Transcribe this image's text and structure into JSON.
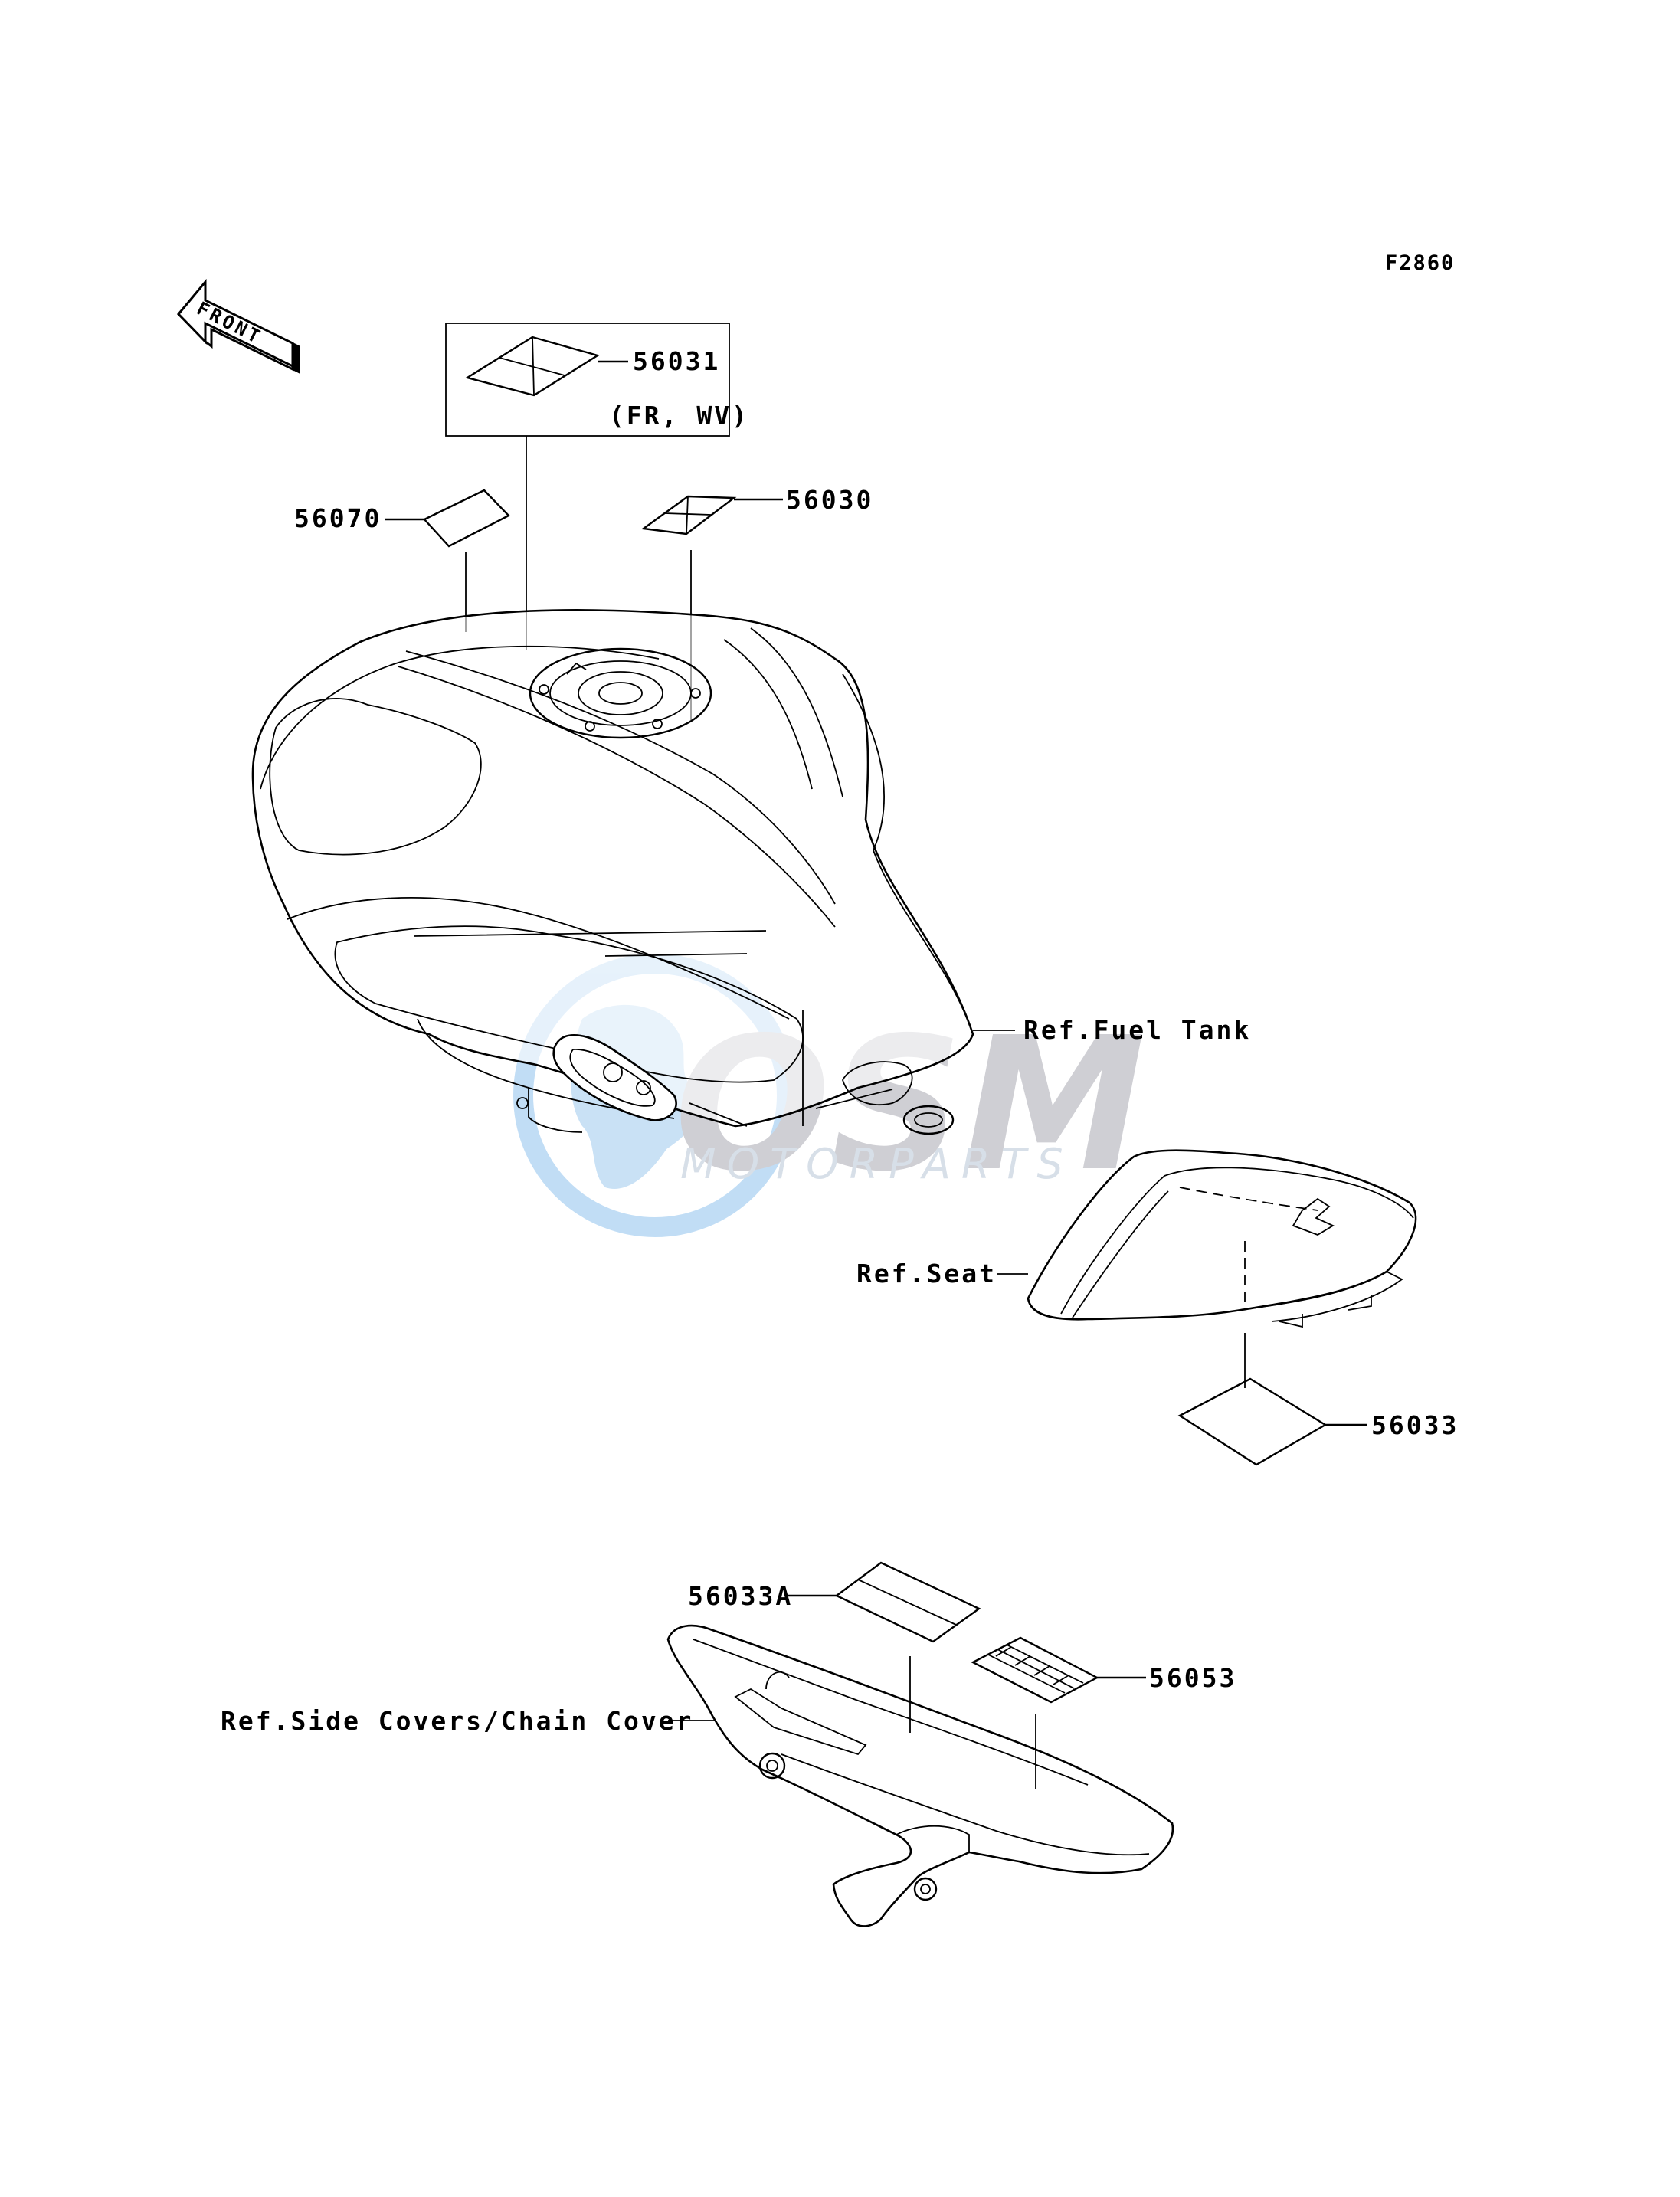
{
  "figure_code": "F2860",
  "front_arrow_label": "FRONT",
  "callouts": {
    "p56031": "56031",
    "p56031_note": "(FR, WV)",
    "p56070": "56070",
    "p56030": "56030",
    "p56033": "56033",
    "p56033A": "56033A",
    "p56053": "56053"
  },
  "references": {
    "fuel_tank": "Ref.Fuel Tank",
    "seat": "Ref.Seat",
    "side_covers": "Ref.Side Covers/Chain Cover"
  },
  "watermark": {
    "logo_text": "OSM",
    "sub_text": "MOTORPARTS",
    "colors": {
      "globe": "#9ec9ee",
      "letters": "#a9a9b2",
      "sub": "#b7c6d6"
    }
  }
}
